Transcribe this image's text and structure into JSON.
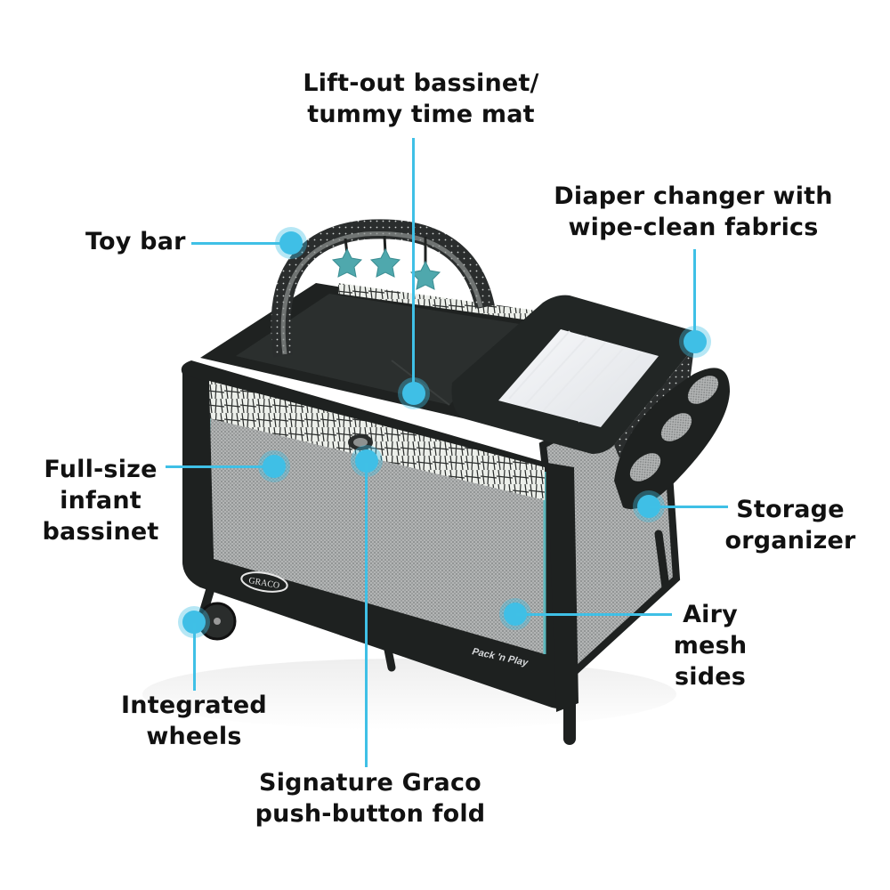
{
  "callouts": {
    "lift_out_bassinet": {
      "text": "Lift-out bassinet/\ntummy time mat"
    },
    "toy_bar": {
      "text": "Toy bar"
    },
    "diaper_changer": {
      "text": "Diaper changer with\nwipe-clean fabrics"
    },
    "full_size_bassinet": {
      "text": "Full-size\ninfant\nbassinet"
    },
    "storage_organizer": {
      "text": "Storage\norganizer"
    },
    "airy_mesh": {
      "text": "Airy\nmesh\nsides"
    },
    "integrated_wheels": {
      "text": "Integrated\nwheels"
    },
    "push_button_fold": {
      "text": "Signature Graco\npush-button fold"
    }
  },
  "product": {
    "brand_badge": "GRACO",
    "model_logo": "Pack 'n Play"
  },
  "colors": {
    "accent": "#3fbfe6",
    "frame": "#1e2120",
    "mesh": "#a9abab",
    "fabric_print": "#e8ebe6",
    "teal_trim": "#5cb8bd",
    "toy_star": "#4fa8ad",
    "text": "#111111"
  }
}
